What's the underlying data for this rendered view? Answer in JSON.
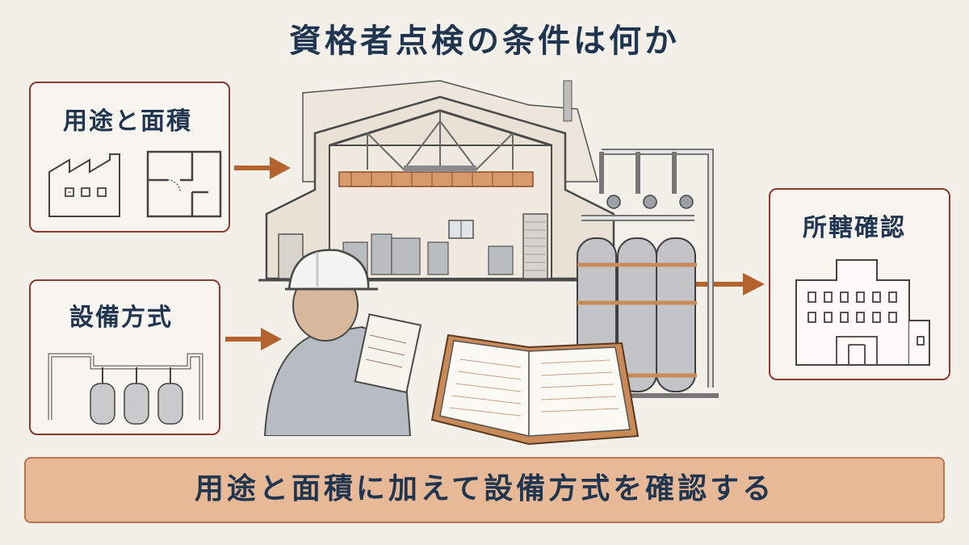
{
  "title": "資格者点検の条件は何か",
  "cards": {
    "usage_area": {
      "label": "用途と面積"
    },
    "equipment_method": {
      "label": "設備方式"
    },
    "jurisdiction": {
      "label": "所轄確認"
    }
  },
  "banner": {
    "text": "用途と面積に加えて設備方式を確認する"
  },
  "colors": {
    "background": "#f3efe9",
    "card_border": "#8a3a2e",
    "text_navy": "#1f3550",
    "arrow": "#b4632e",
    "banner_fill": "#e7b997"
  }
}
